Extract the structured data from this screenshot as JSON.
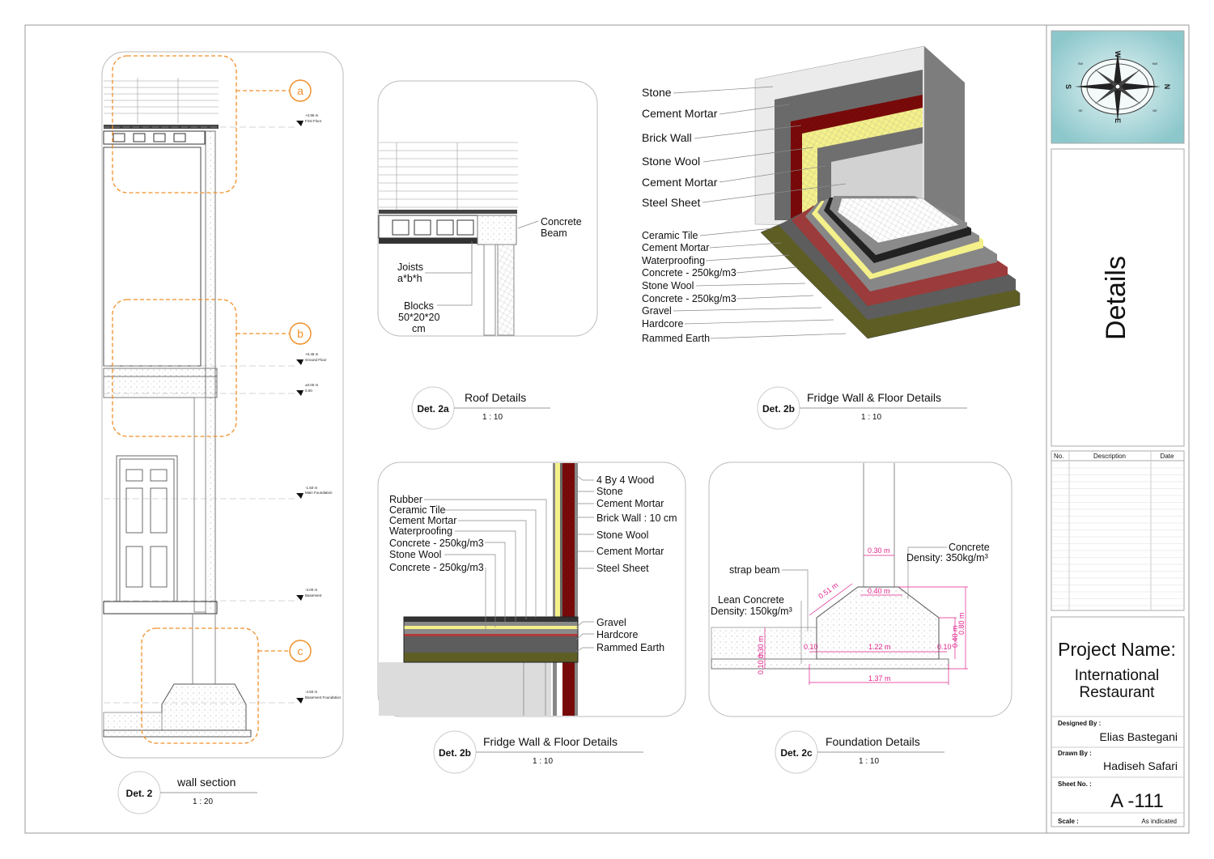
{
  "sheet": {
    "title": "Details",
    "project_label": "Project Name:",
    "project_name_line1": "International",
    "project_name_line2": "Restaurant",
    "designed_by_label": "Designed By :",
    "designed_by": "Elias Bastegani",
    "drawn_by_label": "Drawn By :",
    "drawn_by": "Hadiseh Safari",
    "sheet_no_label": "Sheet No. :",
    "sheet_no": "A -111",
    "scale_label": "Scale :",
    "scale": "As indicated",
    "revision_headers": {
      "no": "No.",
      "description": "Description",
      "date": "Date"
    },
    "compass": {
      "n": "N",
      "s": "S",
      "e": "E",
      "w": "W",
      "ne": "NE",
      "nw": "NW",
      "se": "SE",
      "sw": "SW"
    }
  },
  "details": {
    "wall_section": {
      "tag": "Det. 2",
      "title": "wall section",
      "scale": "1 : 20",
      "callouts": [
        "a",
        "b",
        "c"
      ],
      "levels": [
        {
          "value": "+3.95 m",
          "name": "First Floor"
        },
        {
          "value": "+0.45 m",
          "name": "Ground Floor"
        },
        {
          "value": "±0.00 m",
          "name": "0.00"
        },
        {
          "value": "-1.50 m",
          "name": "Main Foundation"
        },
        {
          "value": "-3.00 m",
          "name": "Basement"
        },
        {
          "value": "-4.50 m",
          "name": "Basement Foundation"
        }
      ]
    },
    "roof": {
      "tag": "Det. 2a",
      "title": "Roof Details",
      "scale": "1 : 10",
      "labels": {
        "beam1": "Concrete",
        "beam2": "Beam",
        "joists1": "Joists",
        "joists2": "a*b*h",
        "blocks1": "Blocks",
        "blocks2": "50*20*20",
        "blocks3": "cm"
      }
    },
    "fridge_iso": {
      "tag": "Det. 2b",
      "title": "Fridge Wall & Floor Details",
      "scale": "1 : 10",
      "wall_labels": [
        "Stone",
        "Cement Mortar",
        "Brick Wall",
        "Stone Wool",
        "Cement Mortar",
        "Steel Sheet"
      ],
      "floor_labels": [
        "Ceramic Tile",
        "Cement Mortar",
        "Waterproofing",
        "Concrete - 250kg/m3",
        "Stone Wool",
        "Concrete - 250kg/m3",
        "Gravel",
        "Hardcore",
        "Rammed Earth"
      ]
    },
    "fridge_section": {
      "tag": "Det. 2b",
      "title": "Fridge Wall & Floor Details",
      "scale": "1 : 10",
      "left_labels": [
        "Rubber",
        "Ceramic Tile",
        "Cement Mortar",
        "Waterproofing",
        "Concrete - 250kg/m3",
        "Stone Wool",
        "Concrete - 250kg/m3"
      ],
      "right_labels": [
        "4 By 4 Wood",
        "Stone",
        "Cement Mortar",
        "Brick Wall : 10 cm",
        "Stone Wool",
        "Cement Mortar",
        "Steel Sheet"
      ],
      "bottom_labels": [
        "Gravel",
        "Hardcore",
        "Rammed Earth"
      ]
    },
    "foundation": {
      "tag": "Det. 2c",
      "title": "Foundation Details",
      "scale": "1 : 10",
      "labels": {
        "concrete1": "Concrete",
        "concrete2": "Density: 350kg/m³",
        "strap": "strap beam",
        "lean1": "Lean Concrete",
        "lean2": "Density: 150kg/m³"
      },
      "dims": {
        "col": "0.30 m",
        "top": "0.40 m",
        "slope": "0.51 m",
        "width": "1.22 m",
        "total": "1.37 m",
        "edge_l": "0.10",
        "edge_r": "0.10",
        "h1": "0.40 m",
        "h2": "0.80 m",
        "lean_h": "0.30 m",
        "slab_h": "0.10 m"
      }
    }
  },
  "colors": {
    "accent": "#f0902a",
    "dimension": "#e0218a",
    "brick": "#7a0a0a",
    "insulation": "#f4f08a",
    "earth": "#5e5e24"
  }
}
